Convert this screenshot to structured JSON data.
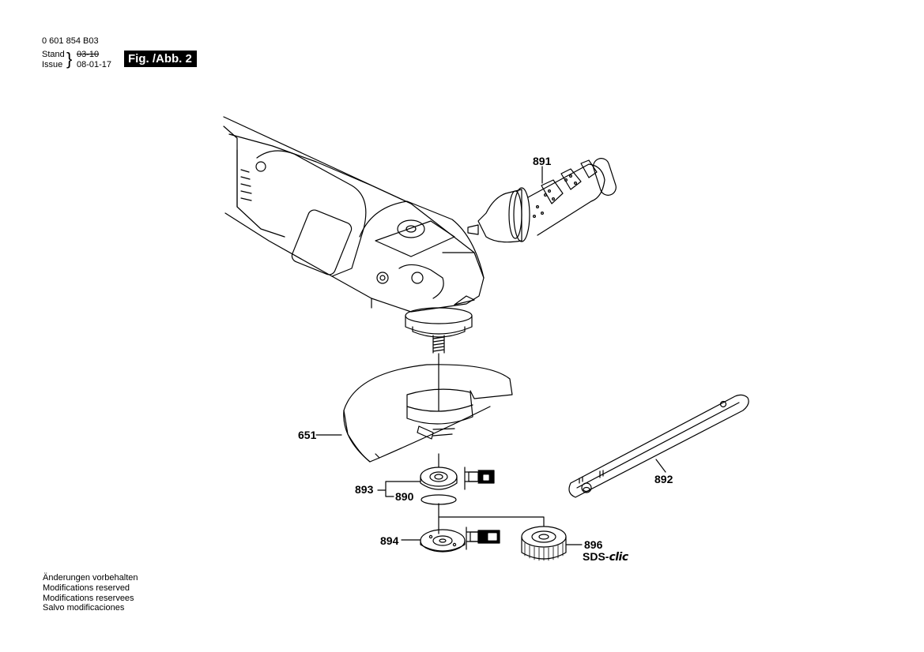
{
  "header": {
    "part_number": "0 601 854 B03",
    "stand_label": "Stand",
    "issue_label": "Issue",
    "stand_value": "03-10",
    "issue_value": "08-01-17",
    "figure_label": "Fig. /Abb. 2"
  },
  "callouts": {
    "p891": "891",
    "p651": "651",
    "p893": "893",
    "p890": "890",
    "p892": "892",
    "p894": "894",
    "p896": "896",
    "sds_prefix": "SDS-",
    "sds_suffix": "clic"
  },
  "footer": {
    "lines": [
      "Änderungen vorbehalten",
      "Modifications reserved",
      "Modifications reservees",
      "Salvo modificaciones"
    ]
  },
  "colors": {
    "line": "#000000",
    "background": "#ffffff"
  }
}
